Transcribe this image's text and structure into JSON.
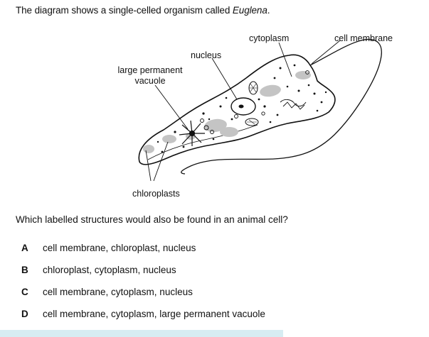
{
  "intro": {
    "prefix": "The diagram shows a single-celled organism called ",
    "organism": "Euglena",
    "suffix": "."
  },
  "diagram": {
    "labels": {
      "cytoplasm": "cytoplasm",
      "cell_membrane": "cell membrane",
      "nucleus": "nucleus",
      "vacuole": "large permanent vacuole",
      "chloroplasts": "chloroplasts"
    }
  },
  "question": "Which labelled structures would also be found in an animal cell?",
  "options": [
    {
      "letter": "A",
      "text": "cell membrane, chloroplast, nucleus"
    },
    {
      "letter": "B",
      "text": "chloroplast, cytoplasm, nucleus"
    },
    {
      "letter": "C",
      "text": "cell membrane, cytoplasm, nucleus"
    },
    {
      "letter": "D",
      "text": "cell membrane, cytoplasm, large permanent vacuole"
    }
  ],
  "colors": {
    "chloroplast": "#c4c4c4",
    "accent_bar": "#d7ecf2"
  }
}
